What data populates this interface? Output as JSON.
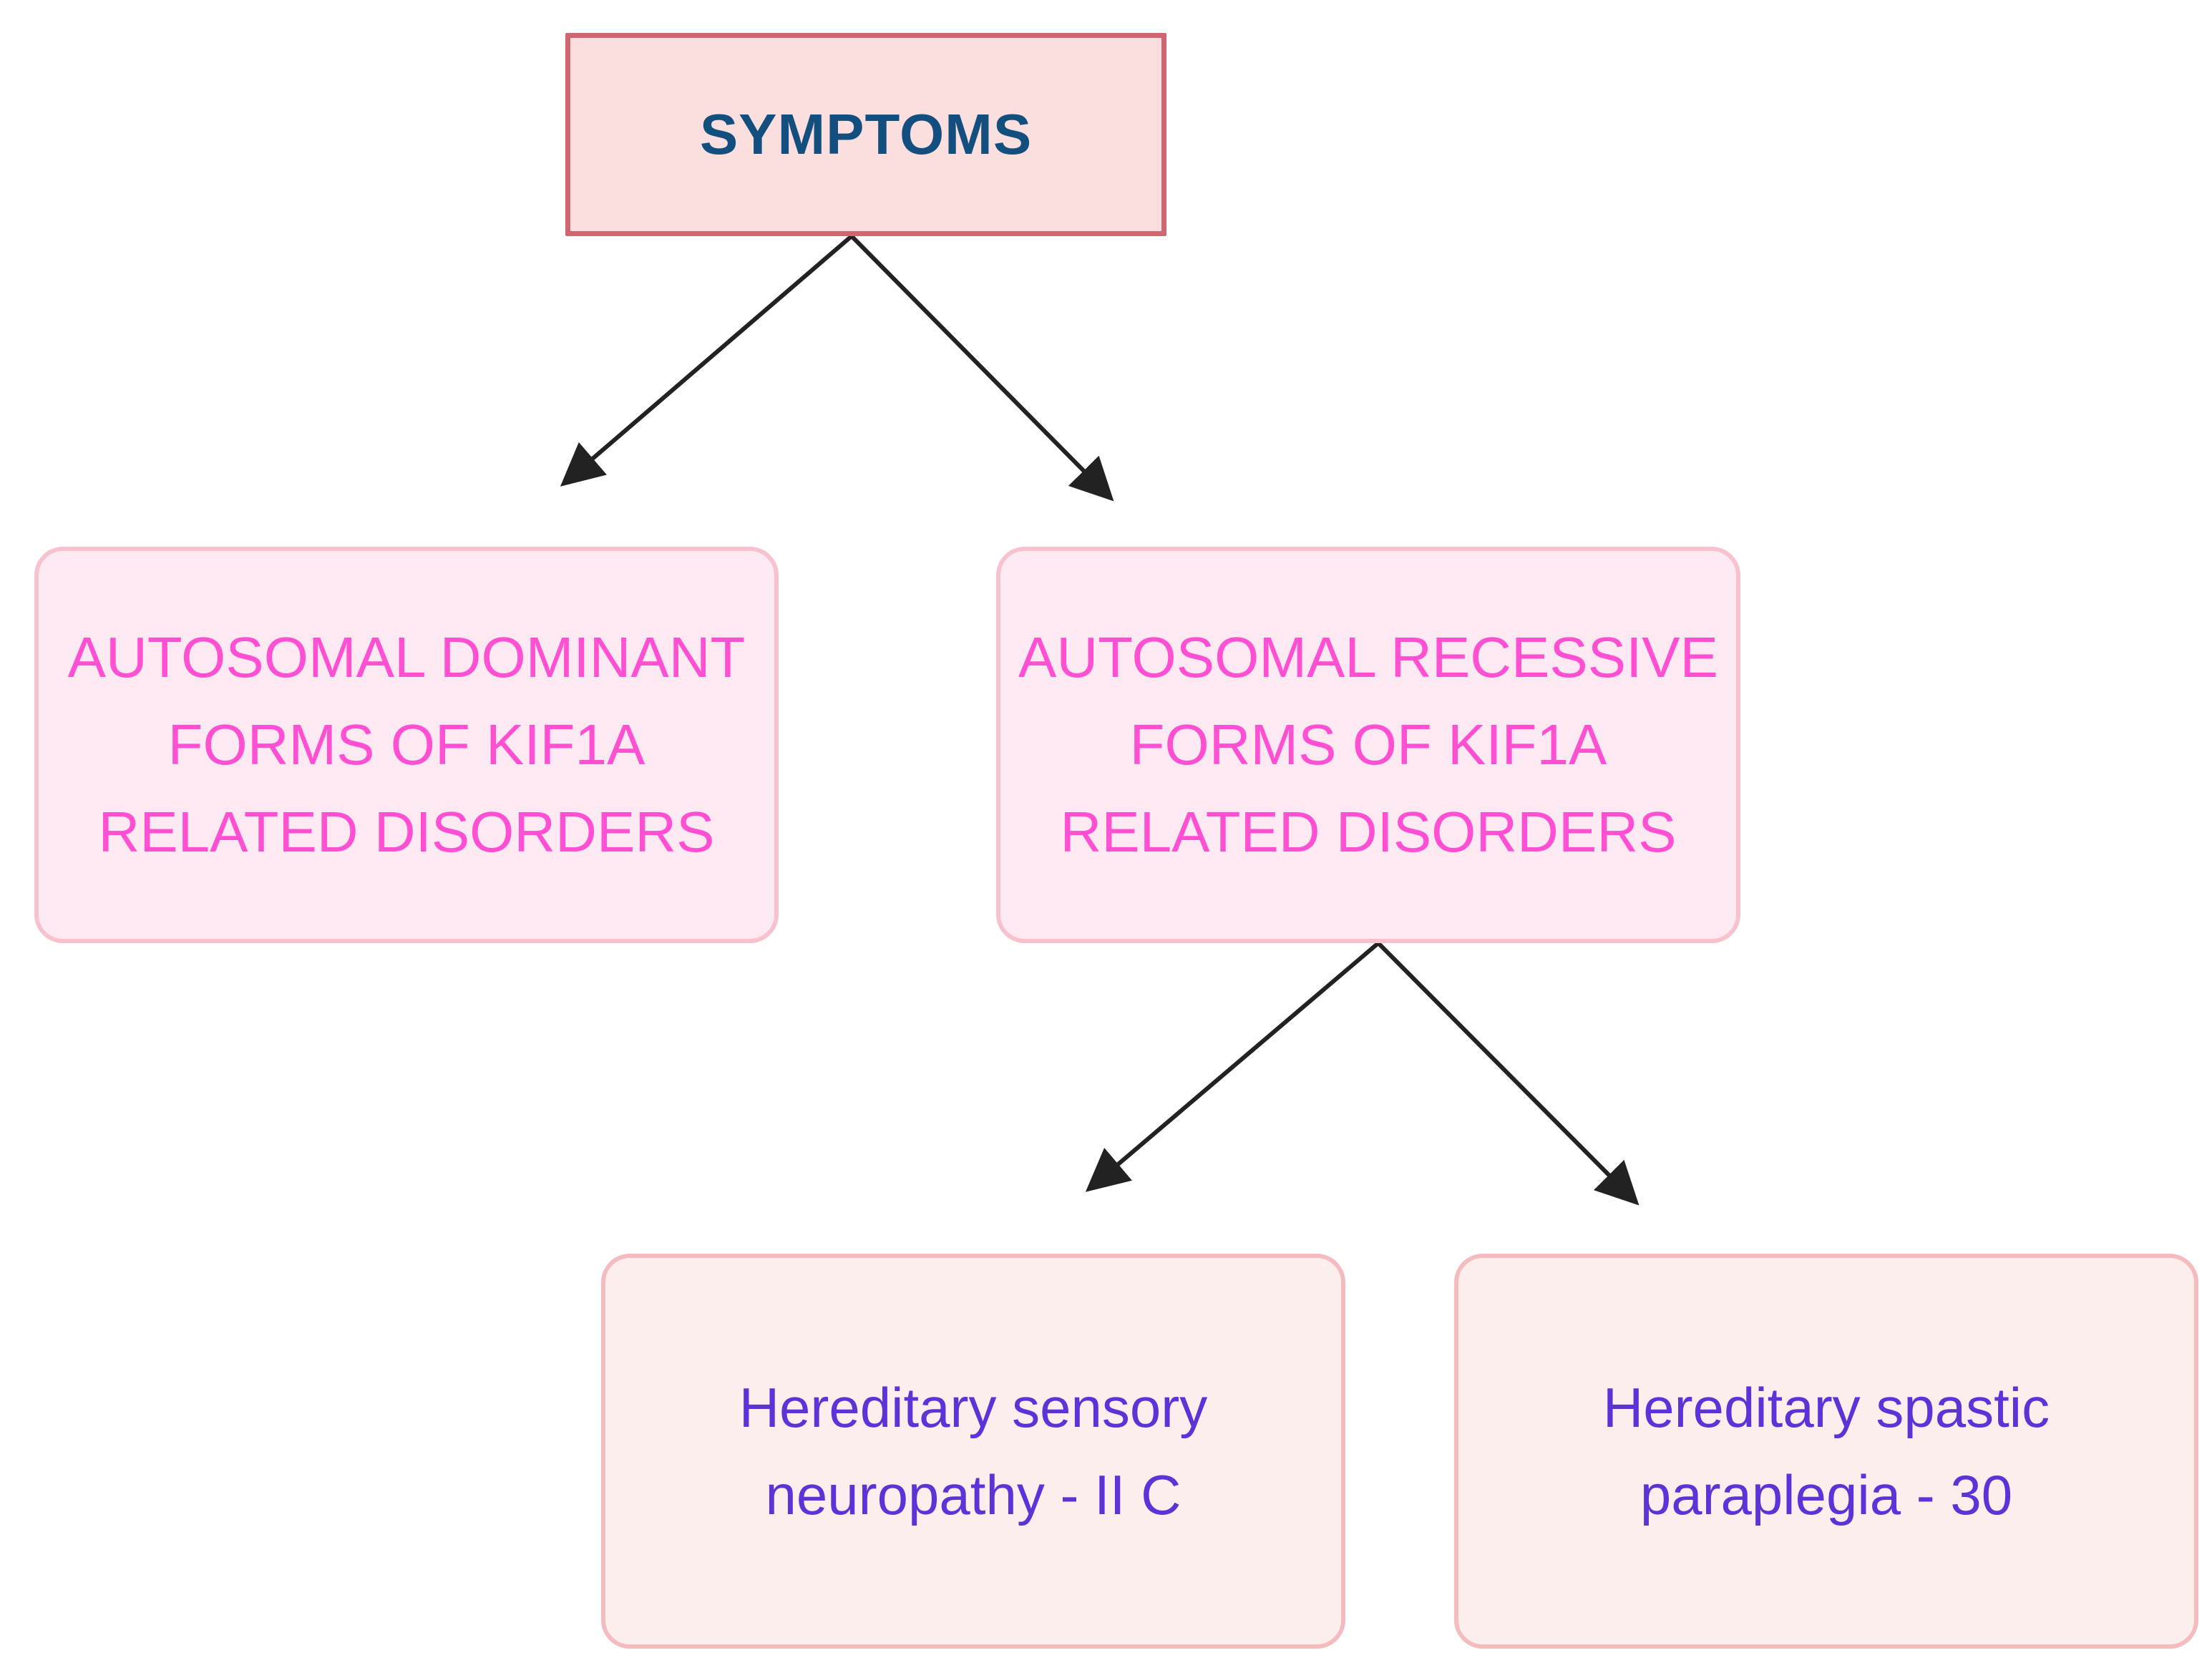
{
  "diagram": {
    "root": {
      "label": "SYMPTOMS"
    },
    "inheritance": [
      {
        "lines": [
          "AUTOSOMAL DOMINANT",
          "FORMS OF KIF1A",
          "RELATED DISORDERS"
        ]
      },
      {
        "lines": [
          "AUTOSOMAL RECESSIVE",
          "FORMS OF KIF1A",
          "RELATED DISORDERS"
        ]
      }
    ],
    "recessive_subtypes": [
      {
        "lines": [
          "Hereditary sensory",
          "neuropathy - II C"
        ]
      },
      {
        "lines": [
          "Hereditary spastic",
          "paraplegia - 30"
        ]
      }
    ]
  },
  "colors": {
    "root_fill": "#fbdede",
    "root_border": "#cf6670",
    "root_text": "#134f7e",
    "inheritance_fill": "#fde9f1",
    "inheritance_text": "#ff4fd2",
    "subtype_fill": "#fdeeee",
    "subtype_text": "#5b33d6",
    "arrow": "#222222"
  }
}
